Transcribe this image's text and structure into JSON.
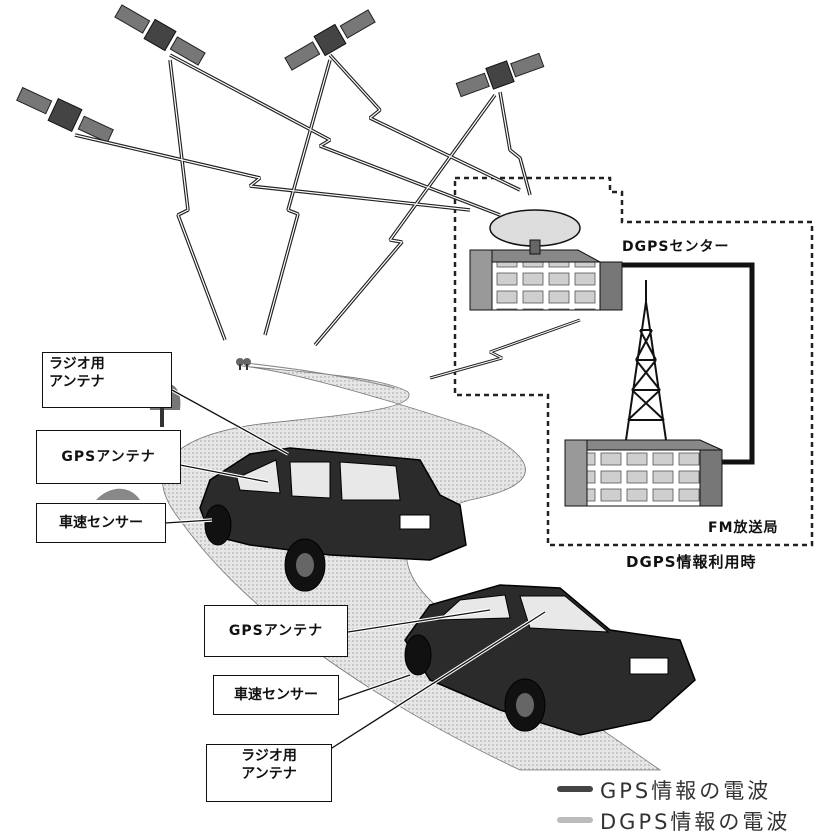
{
  "labels": {
    "dgps_center": "DGPSセンター",
    "fm_station": "FM放送局",
    "dgps_usage": "DGPS情報利用時"
  },
  "car1": {
    "radio_antenna": "ラジオ用\nアンテナ",
    "gps_antenna": "GPSアンテナ",
    "speed_sensor": "車速センサー"
  },
  "car2": {
    "gps_antenna": "GPSアンテナ",
    "speed_sensor": "車速センサー",
    "radio_antenna": "ラジオ用\nアンテナ"
  },
  "legend": {
    "gps_wave": "GPS情報の電波",
    "dgps_wave": "DGPS情報の電波",
    "gps_color": "#444444",
    "dgps_color": "#bbbbbb"
  }
}
